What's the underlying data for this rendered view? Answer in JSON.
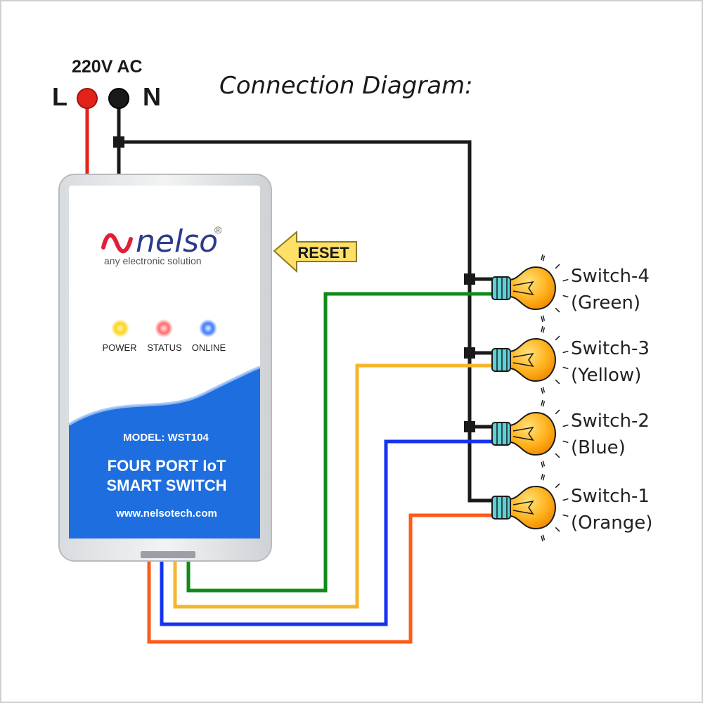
{
  "title": "Connection Diagram:",
  "supply": {
    "label": "220V AC",
    "live_label": "L",
    "neutral_label": "N",
    "live_color": "#e2231a",
    "neutral_color": "#1a1a1a"
  },
  "device": {
    "brand": "nelso",
    "registered_mark": "®",
    "tagline": "any electronic solution",
    "indicators": [
      {
        "label": "POWER",
        "color": "#ffd21a"
      },
      {
        "label": "STATUS",
        "color": "#ff6b6b"
      },
      {
        "label": "ONLINE",
        "color": "#3d7bff"
      }
    ],
    "model": "MODEL: WST104",
    "product_line1": "FOUR PORT IoT",
    "product_line2": "SMART SWITCH",
    "website": "www.nelsotech.com",
    "panel_color": "#1e6ee0"
  },
  "reset_label": "RESET",
  "loads": [
    {
      "name": "Switch-4",
      "color_name": "(Green)",
      "wire_color": "#118a1a"
    },
    {
      "name": "Switch-3",
      "color_name": "(Yellow)",
      "wire_color": "#f5b52e"
    },
    {
      "name": "Switch-2",
      "color_name": "(Blue)",
      "wire_color": "#1433f0"
    },
    {
      "name": "Switch-1",
      "color_name": "(Orange)",
      "wire_color": "#ff5a1a"
    }
  ],
  "bulb_color": "#ffb21e"
}
